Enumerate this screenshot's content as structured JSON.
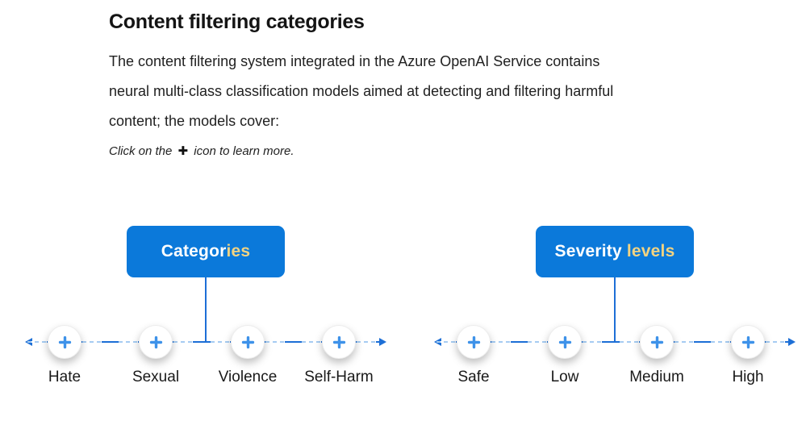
{
  "header": {
    "title": "Content filtering categories"
  },
  "intro": {
    "lines": [
      "The content filtering system integrated in the Azure OpenAI Service contains",
      "neural multi-class classification models aimed at detecting and filtering harmful",
      "content; the models cover:"
    ]
  },
  "note": {
    "prefix": "Click on the ",
    "plus_glyph": "✚",
    "suffix": " icon to learn more."
  },
  "colors": {
    "header_box_blue": "#0B79DA",
    "title_accent_gold": "#F2D382",
    "connector_blue": "#1D6FD6",
    "dash_light_blue": "#A6CCF2",
    "plus_icon_blue": "#3E92E9",
    "body_text": "#212121"
  },
  "diagrams": [
    {
      "name": "categories",
      "title": "Categories",
      "title_main": "Categor",
      "title_accent": "ies",
      "nodes": [
        {
          "label": "Hate"
        },
        {
          "label": "Sexual"
        },
        {
          "label": "Violence"
        },
        {
          "label": "Self-Harm"
        }
      ]
    },
    {
      "name": "severity-levels",
      "title": "Severity levels",
      "title_main": "Severity ",
      "title_accent": "levels",
      "nodes": [
        {
          "label": "Safe"
        },
        {
          "label": "Low"
        },
        {
          "label": "Medium"
        },
        {
          "label": "High"
        }
      ]
    }
  ]
}
